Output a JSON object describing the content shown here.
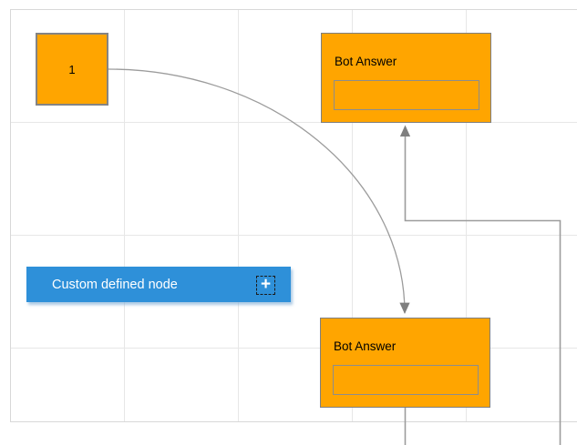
{
  "diagram": {
    "node1": {
      "label": "1"
    },
    "bot_answer_top": {
      "title": "Bot Answer",
      "field_value": ""
    },
    "bot_answer_bottom": {
      "title": "Bot Answer",
      "field_value": ""
    },
    "custom_node": {
      "label": "Custom defined node",
      "add_icon_glyph": "+"
    },
    "connectors": {
      "curve_description": "curved connector from node 1 to bottom Bot Answer node",
      "elbow_description": "orthogonal connector entering bottom of top Bot Answer node",
      "stub_description": "connector segment leaving bottom of bottom Bot Answer node"
    }
  },
  "colors": {
    "orange": "#FFA500",
    "blue": "#2E90D9",
    "connector": "#9C9C9C",
    "arrowhead": "#7F7F7F",
    "grid_line": "#E7E7E7",
    "page_border": "#D8D8D8"
  }
}
